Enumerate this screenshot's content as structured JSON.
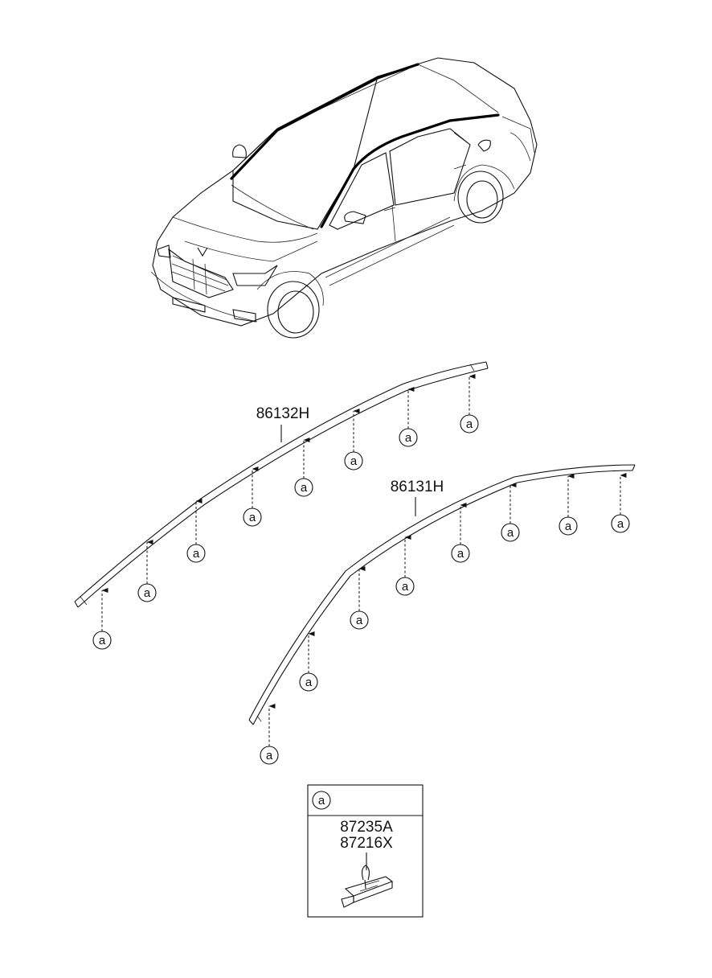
{
  "parts": {
    "rear_molding": {
      "number": "86132H"
    },
    "front_molding": {
      "number": "86131H"
    }
  },
  "callout_symbol": "a",
  "legend": {
    "symbol": "a",
    "part_numbers": [
      "87235A",
      "87216X"
    ]
  }
}
